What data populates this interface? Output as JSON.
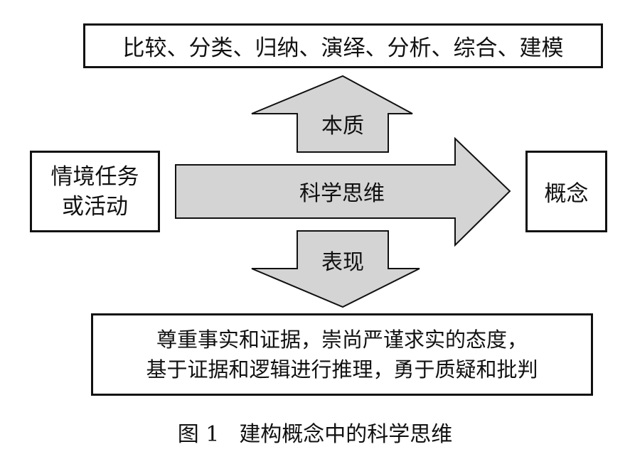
{
  "diagram": {
    "top_box": {
      "text": "比较、分类、归纳、演绎、分析、综合、建模"
    },
    "up_arrow": {
      "label": "本质"
    },
    "left_box": {
      "lines": [
        "情境任务",
        "或活动"
      ]
    },
    "main_arrow": {
      "label": "科学思维"
    },
    "right_box": {
      "text": "概念"
    },
    "down_arrow": {
      "label": "表现"
    },
    "bottom_box": {
      "lines": [
        "尊重事实和证据，崇尚严谨求实的态度，",
        "基于证据和逻辑进行推理，勇于质疑和批判"
      ]
    },
    "colors": {
      "arrow_fill": "#d4d4d4",
      "stroke": "#111111",
      "box_fill": "#ffffff"
    }
  },
  "caption": {
    "figure_number": "图 1",
    "title": "建构概念中的科学思维"
  }
}
